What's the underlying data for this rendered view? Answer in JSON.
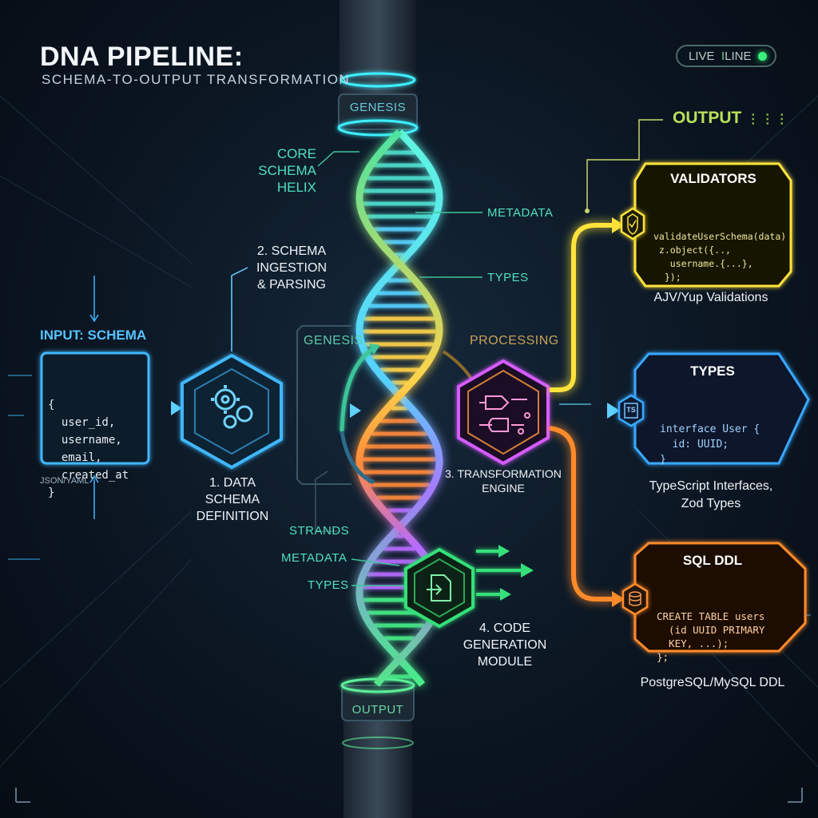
{
  "header": {
    "title": "DNA PIPELINE:",
    "subtitle": "SCHEMA-TO-OUTPUT TRANSFORMATION"
  },
  "status": {
    "live_label": "LIVE",
    "line_label": "LINE"
  },
  "colors": {
    "input": "#3fb7ff",
    "validators": "#ffe33a",
    "types": "#39a8ff",
    "sql": "#ff8a2a",
    "codegen": "#35e07a",
    "engine": "#d65bff",
    "teal": "#4fe0bf"
  },
  "helix": {
    "top_cap_label": "GENESIS",
    "bottom_cap_label": "OUTPUT",
    "core_label": [
      "CORE",
      "SCHEMA",
      "HELIX"
    ],
    "metadata_label": "METADATA",
    "types_label": "TYPES",
    "genesis_label": "GENESIS",
    "processing_label": "PROCESSING",
    "strands_label": "STRANDS",
    "metadata_label_2": "METADATA",
    "types_label_2": "TYPES"
  },
  "input": {
    "title": "INPUT: SCHEMA",
    "code": [
      "{",
      "  user_id,",
      "  username,",
      "  email,",
      "  created_at",
      "}"
    ],
    "format": "JSON/YAML"
  },
  "steps": {
    "step1": [
      "1. DATA",
      "SCHEMA",
      "DEFINITION"
    ],
    "step2": [
      "2. SCHEMA",
      "INGESTION",
      "& PARSING"
    ],
    "step3": [
      "3. TRANSFORMATION",
      "ENGINE"
    ],
    "step4": [
      "4. CODE",
      "GENERATION",
      "MODULE"
    ]
  },
  "output": {
    "label": "OUTPUT",
    "validators": {
      "title": "VALIDATORS",
      "code": [
        "validateUserSchema(data)",
        " z.object({..,",
        "   username.{...},",
        "  });"
      ],
      "caption": "AJV/Yup Validations",
      "icon": "shield-check-icon"
    },
    "types": {
      "title": "TYPES",
      "code": [
        "interface User {",
        "  id: UUID;",
        "}"
      ],
      "caption": [
        "TypeScript Interfaces,",
        "Zod Types"
      ],
      "icon": "typescript-file-icon",
      "icon_text": "TS"
    },
    "sql": {
      "title": "SQL DDL",
      "code": [
        "CREATE TABLE users",
        "  (id UUID PRIMARY",
        "  KEY, ...);",
        "};"
      ],
      "caption": "PostgreSQL/MySQL DDL",
      "icon": "database-icon"
    }
  }
}
